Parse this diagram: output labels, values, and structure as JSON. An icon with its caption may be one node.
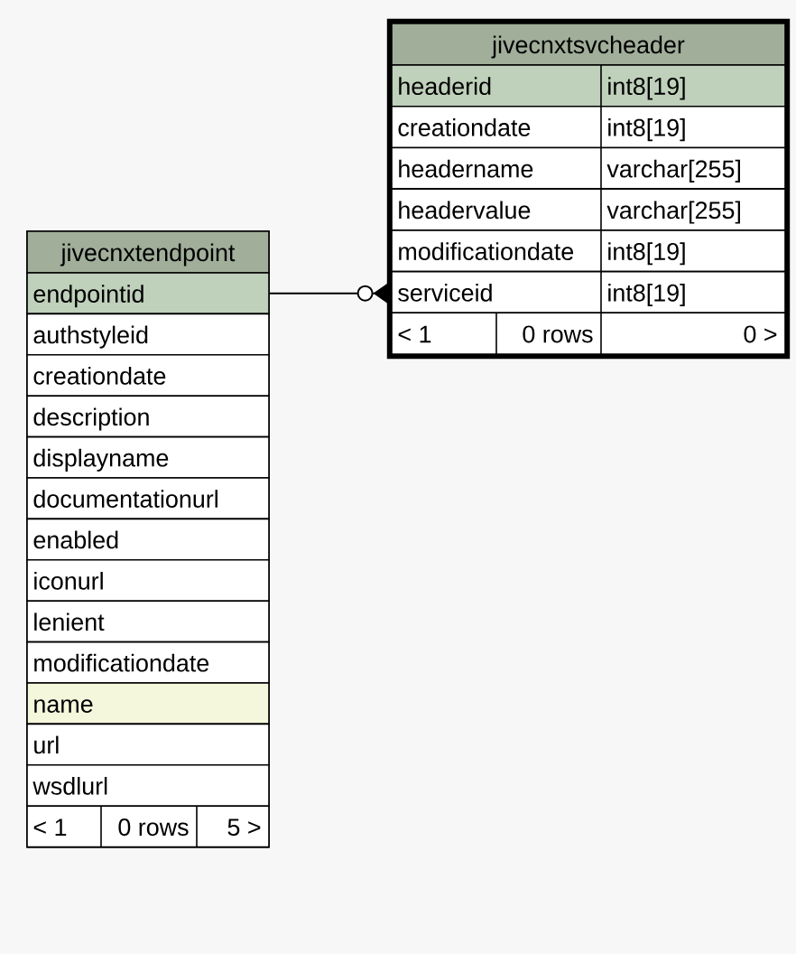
{
  "diagram": {
    "nodes": [
      {
        "text": [
          "jivecnxtsvcheader"
        ]
      },
      {
        "text": [
          "headerid",
          "int8[19]"
        ],
        "in": 0
      },
      {
        "text": [
          "creationdate",
          "int8[19]"
        ],
        "in": 0
      },
      {
        "text": [
          "headername",
          "varchar[255]"
        ],
        "in": 0
      },
      {
        "text": [
          "headervalue",
          "varchar[255]"
        ],
        "in": 0
      },
      {
        "text": [
          "modificationdate",
          "int8[19]"
        ],
        "in": 0
      },
      {
        "text": [
          "serviceid",
          "int8[19]"
        ],
        "in": 0
      },
      {
        "text": [
          "< 1",
          "0 rows",
          "0 >"
        ],
        "in": 0
      },
      {
        "text": [
          "jivecnxtendpoint"
        ]
      },
      {
        "text": [
          "endpointid"
        ],
        "in": 8
      },
      {
        "text": [
          "authstyleid"
        ],
        "in": 8
      },
      {
        "text": [
          "creationdate"
        ],
        "in": 8
      },
      {
        "text": [
          "description"
        ],
        "in": 8
      },
      {
        "text": [
          "displayname"
        ],
        "in": 8
      },
      {
        "text": [
          "documentationurl"
        ],
        "in": 8
      },
      {
        "text": [
          "enabled"
        ],
        "in": 8
      },
      {
        "text": [
          "iconurl"
        ],
        "in": 8
      },
      {
        "text": [
          "lenient"
        ],
        "in": 8
      },
      {
        "text": [
          "modificationdate"
        ],
        "in": 8
      },
      {
        "text": [
          "name"
        ],
        "in": 8
      },
      {
        "text": [
          "url"
        ],
        "in": 8
      },
      {
        "text": [
          "wsdlurl"
        ],
        "in": 8
      },
      {
        "text": [
          "< 1",
          "0 rows",
          "5 >"
        ],
        "in": 8
      }
    ],
    "edges": [
      {
        "from": 9,
        "to": 6,
        "arrow": "other"
      }
    ]
  }
}
